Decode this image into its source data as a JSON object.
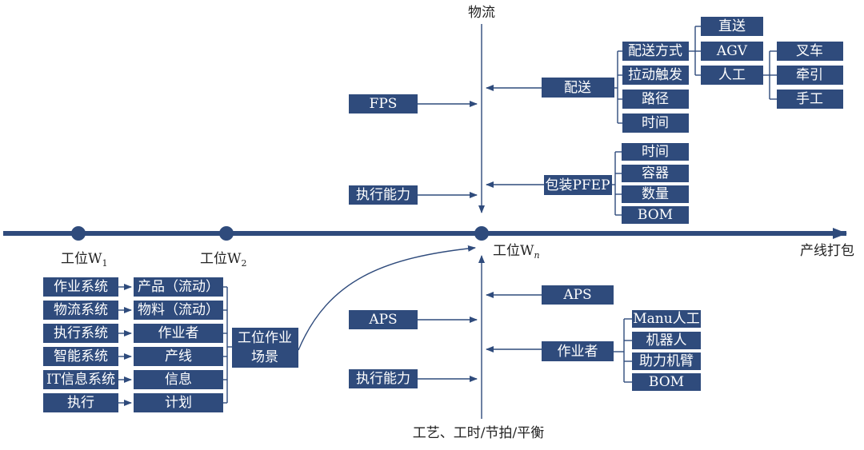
{
  "axis": {
    "top_label": "物流",
    "bottom_label": "工艺、工时/节拍/平衡",
    "end_label": "产线打包"
  },
  "stations": {
    "w1": {
      "text": "工位W",
      "sub": "1"
    },
    "w2": {
      "text": "工位W",
      "sub": "2"
    },
    "wn": {
      "text": "工位W",
      "sub": "n"
    }
  },
  "upper": {
    "fps": "FPS",
    "capability": "执行能力",
    "delivery": "配送",
    "delivery_sub": [
      "配送方式",
      "拉动触发",
      "路径",
      "时间"
    ],
    "delivery_mode": [
      "直送",
      "AGV",
      "人工"
    ],
    "manual_mode": [
      "叉车",
      "牵引",
      "手工"
    ],
    "pfep": "包装PFEP",
    "pfep_sub": [
      "时间",
      "容器",
      "数量",
      "BOM"
    ]
  },
  "lower": {
    "aps_left": "APS",
    "capability": "执行能力",
    "aps_right": "APS",
    "operator": "作业者",
    "operator_sub": [
      "Manu人工",
      "机器人",
      "助力机臂",
      "BOM"
    ]
  },
  "left_panel": {
    "systems": [
      "作业系统",
      "物流系统",
      "执行系统",
      "智能系统",
      "IT信息系统",
      "执行"
    ],
    "elements": [
      "产品（流动）",
      "物料（流动）",
      "作业者",
      "产线",
      "信息",
      "计划"
    ],
    "scene_line1": "工位作业",
    "scene_line2": "场景"
  },
  "colors": {
    "primary": "#2f4b7c",
    "text": "#222222",
    "box_text": "#ffffff"
  }
}
